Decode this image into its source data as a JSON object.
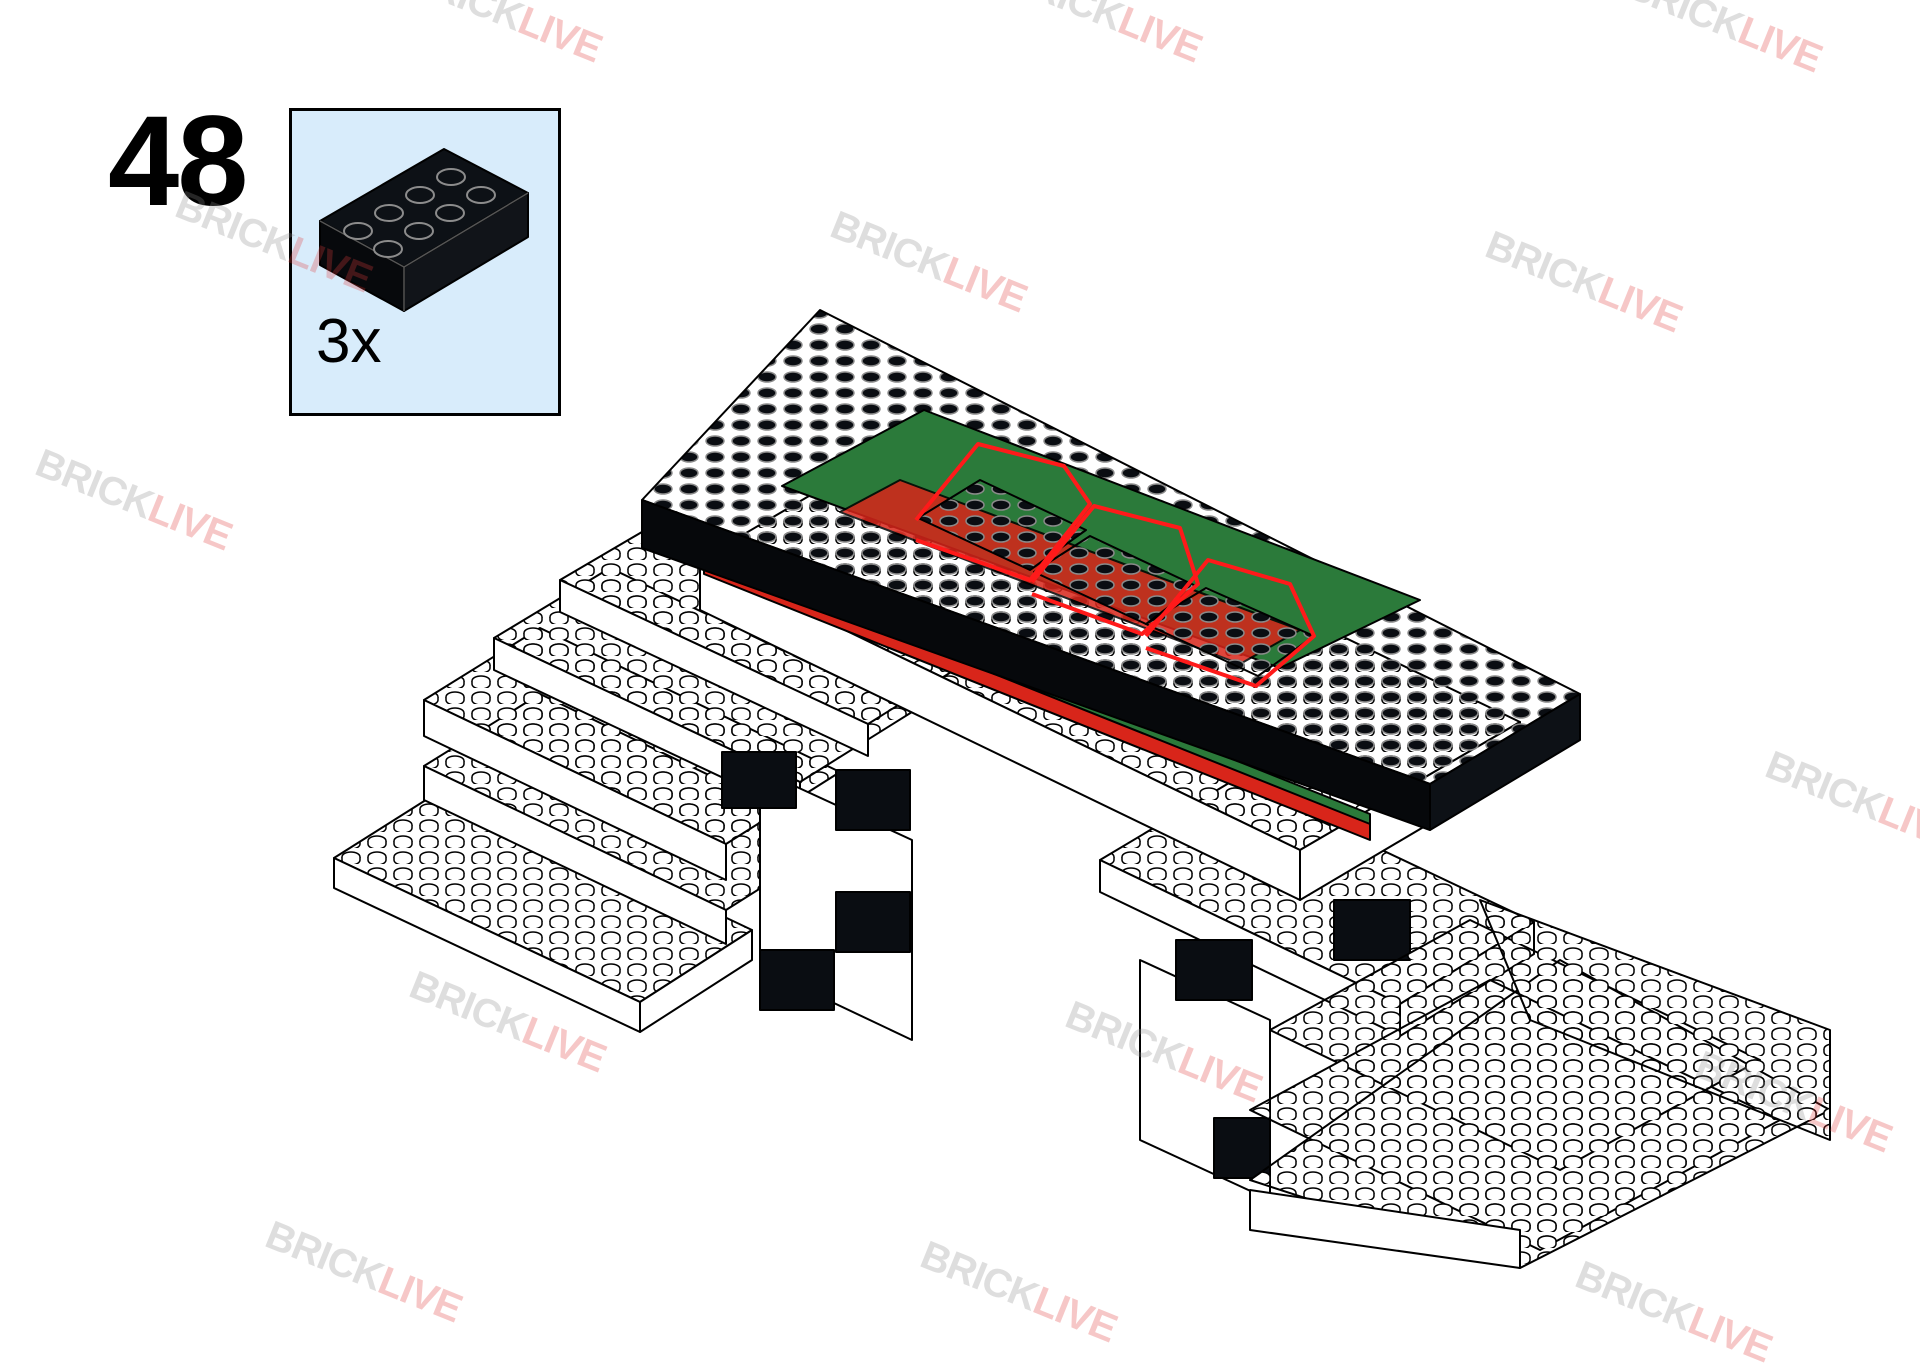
{
  "step": {
    "number": "48"
  },
  "parts_callout": {
    "quantity_label": "3x",
    "part": {
      "icon": "brick-2x4-icon",
      "color": "#0a0d12"
    }
  },
  "model": {
    "colors": {
      "black_brick": "#0a0d12",
      "white_brick": "#ffffff",
      "green_plate": "#2b7a3a",
      "red_plate": "#d8251a",
      "highlight_outline": "#ff1a1a",
      "parts_box_bg": "#d8ecfb"
    }
  },
  "watermark": {
    "part1": "BRICK",
    "part2": "LIVE"
  }
}
